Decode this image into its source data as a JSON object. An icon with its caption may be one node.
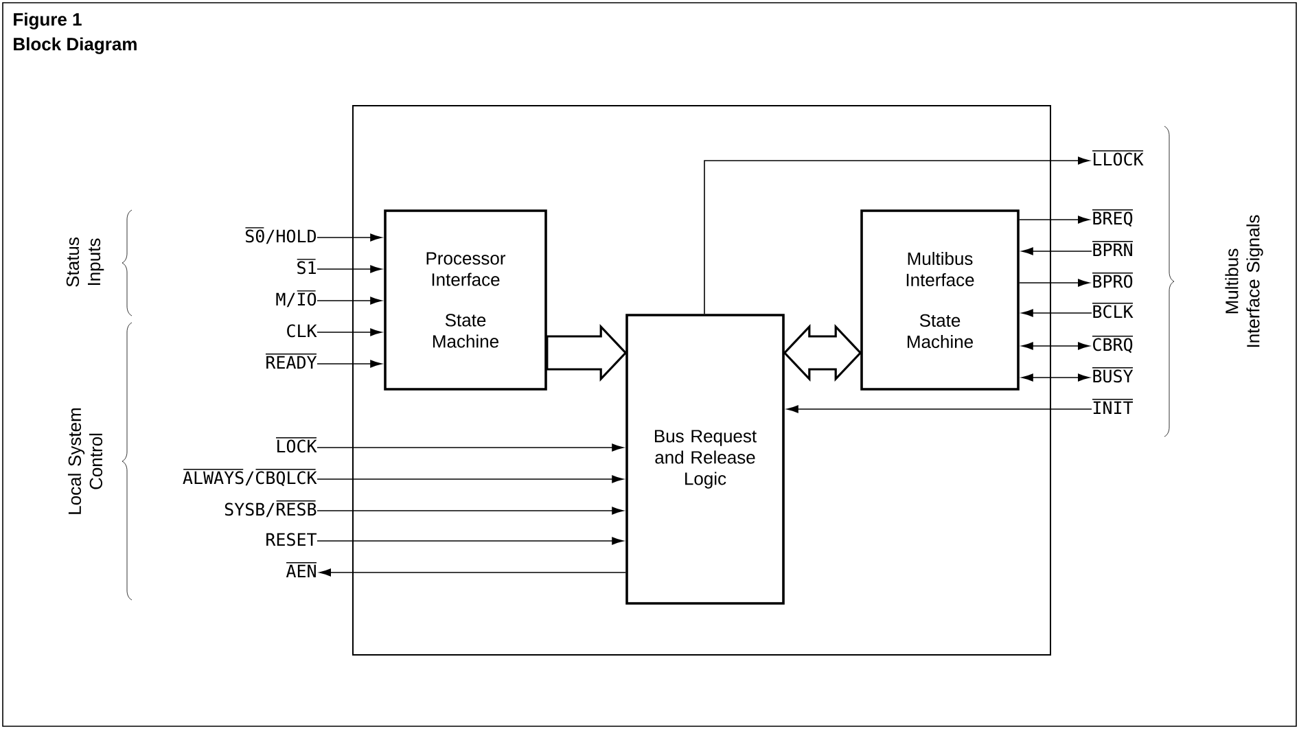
{
  "diagram": {
    "title": "Figure 1",
    "caption": "Block Diagram",
    "nodes": [
      {
        "text": [],
        "shape": "box"
      },
      {
        "text": [
          "Processor Interface",
          "State Machine"
        ],
        "in": 0
      },
      {
        "text": [
          "Bus Request and Release Logic"
        ],
        "in": 0
      },
      {
        "text": [
          "Multibus Interface",
          "State Machine"
        ],
        "in": 0
      },
      {
        "text": [
          "S0/HOLD"
        ]
      },
      {
        "text": [
          "S1"
        ]
      },
      {
        "text": [
          "M/IO"
        ]
      },
      {
        "text": [
          "CLK"
        ]
      },
      {
        "text": [
          "READY"
        ]
      },
      {
        "text": [
          "LOCK"
        ]
      },
      {
        "text": [
          "ALWAYS/CBQLCK"
        ]
      },
      {
        "text": [
          "SYSB/RESB"
        ]
      },
      {
        "text": [
          "RESET"
        ]
      },
      {
        "text": [
          "AEN"
        ]
      },
      {
        "text": [
          "LLOCK"
        ]
      },
      {
        "text": [
          "BREQ"
        ]
      },
      {
        "text": [
          "BPRN"
        ]
      },
      {
        "text": [
          "BPRO"
        ]
      },
      {
        "text": [
          "BCLK"
        ]
      },
      {
        "text": [
          "CBRQ"
        ]
      },
      {
        "text": [
          "BUSY"
        ]
      },
      {
        "text": [
          "INIT"
        ]
      }
    ],
    "edges": [
      {
        "from": 4,
        "to": 1,
        "arrow": "to"
      },
      {
        "from": 5,
        "to": 1,
        "arrow": "to"
      },
      {
        "from": 6,
        "to": 1,
        "arrow": "to"
      },
      {
        "from": 7,
        "to": 1,
        "arrow": "to"
      },
      {
        "from": 8,
        "to": 1,
        "arrow": "to"
      },
      {
        "from": 9,
        "to": 2,
        "arrow": "to"
      },
      {
        "from": 10,
        "to": 2,
        "arrow": "to"
      },
      {
        "from": 11,
        "to": 2,
        "arrow": "to"
      },
      {
        "from": 12,
        "to": 2,
        "arrow": "to"
      },
      {
        "from": 2,
        "to": 13,
        "arrow": "to"
      },
      {
        "from": 1,
        "to": 2,
        "arrow": "to",
        "style": "thick"
      },
      {
        "from": 2,
        "to": 3,
        "arrow": "both",
        "style": "thick"
      },
      {
        "from": 2,
        "to": 14,
        "arrow": "to"
      },
      {
        "from": 3,
        "to": 15,
        "arrow": "to"
      },
      {
        "from": 16,
        "to": 3,
        "arrow": "to"
      },
      {
        "from": 3,
        "to": 17,
        "arrow": "to"
      },
      {
        "from": 18,
        "to": 3,
        "arrow": "to"
      },
      {
        "from": 3,
        "to": 19,
        "arrow": "both"
      },
      {
        "from": 3,
        "to": 20,
        "arrow": "both"
      },
      {
        "from": 21,
        "to": 2,
        "arrow": "to"
      }
    ],
    "labels": [
      "Status Inputs",
      "Local System Control",
      "Multibus Interface Signals"
    ]
  }
}
